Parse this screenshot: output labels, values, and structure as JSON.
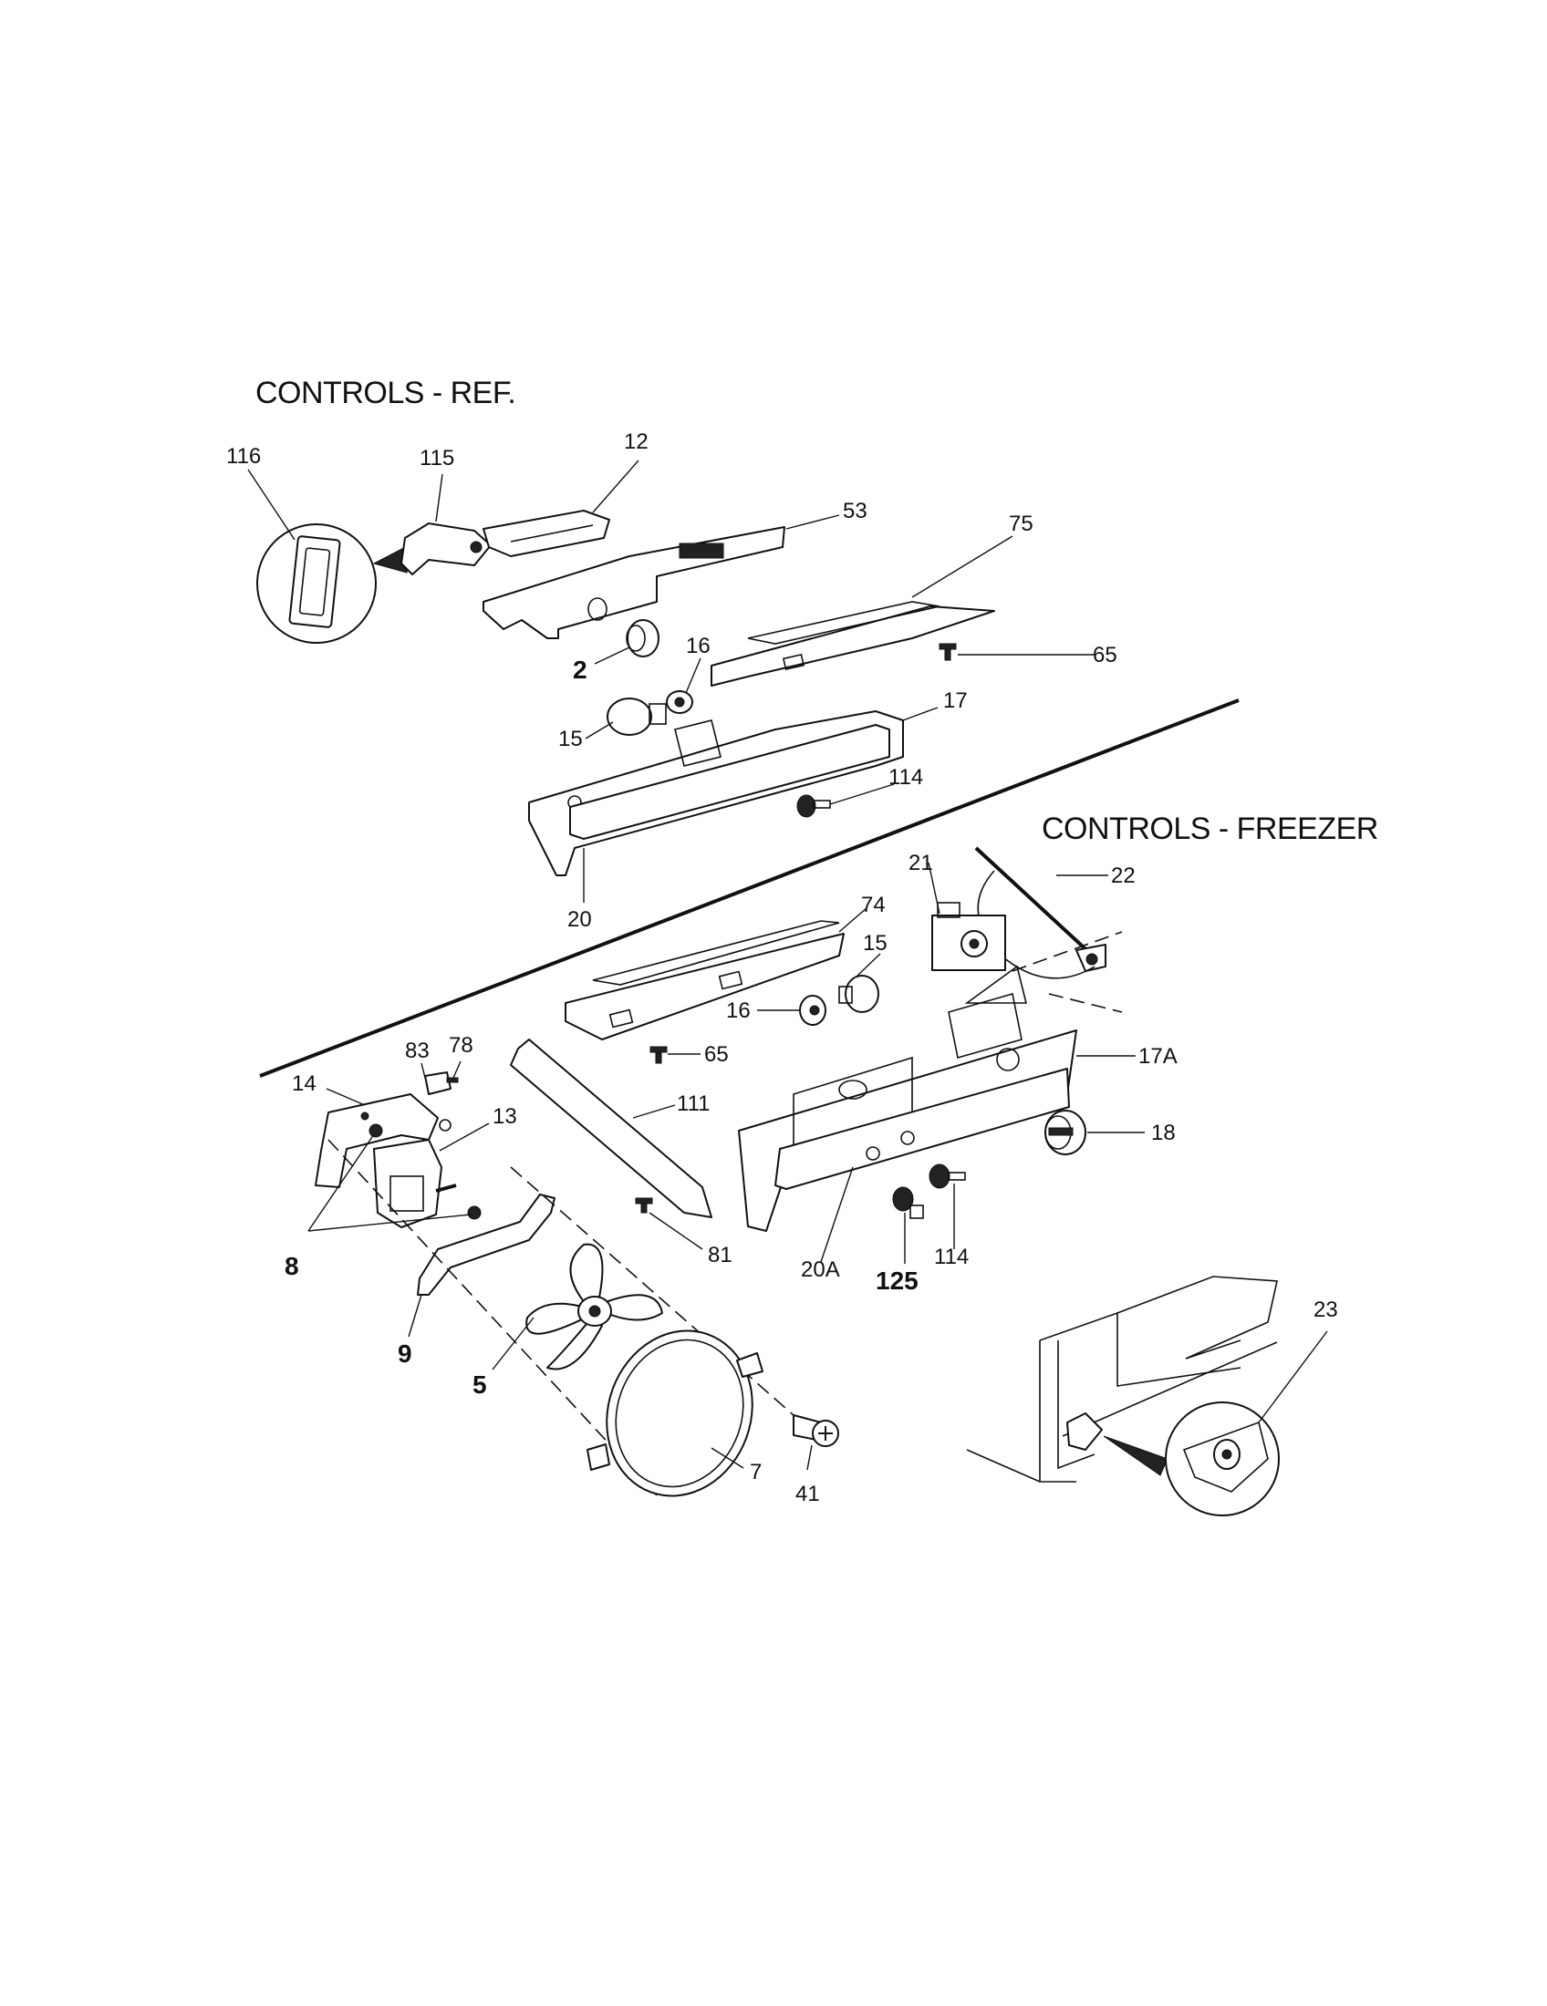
{
  "sections": {
    "ref_title": "CONTROLS - REF.",
    "freezer_title": "CONTROLS - FREEZER"
  },
  "labels": {
    "p116": "116",
    "p115": "115",
    "p12": "12",
    "p53": "53",
    "p75": "75",
    "p65a": "65",
    "p2": "2",
    "p16a": "16",
    "p15a": "15",
    "p17": "17",
    "p114a": "114",
    "p20": "20",
    "p22": "22",
    "p21": "21",
    "p74": "74",
    "p15b": "15",
    "p16b": "16",
    "p65b": "65",
    "p83": "83",
    "p78": "78",
    "p14": "14",
    "p13": "13",
    "p111": "111",
    "p17A": "17A",
    "p18": "18",
    "p8": "8",
    "p81": "81",
    "p20A": "20A",
    "p125": "125",
    "p114b": "114",
    "p9": "9",
    "p5": "5",
    "p23": "23",
    "p7": "7",
    "p41": "41"
  }
}
